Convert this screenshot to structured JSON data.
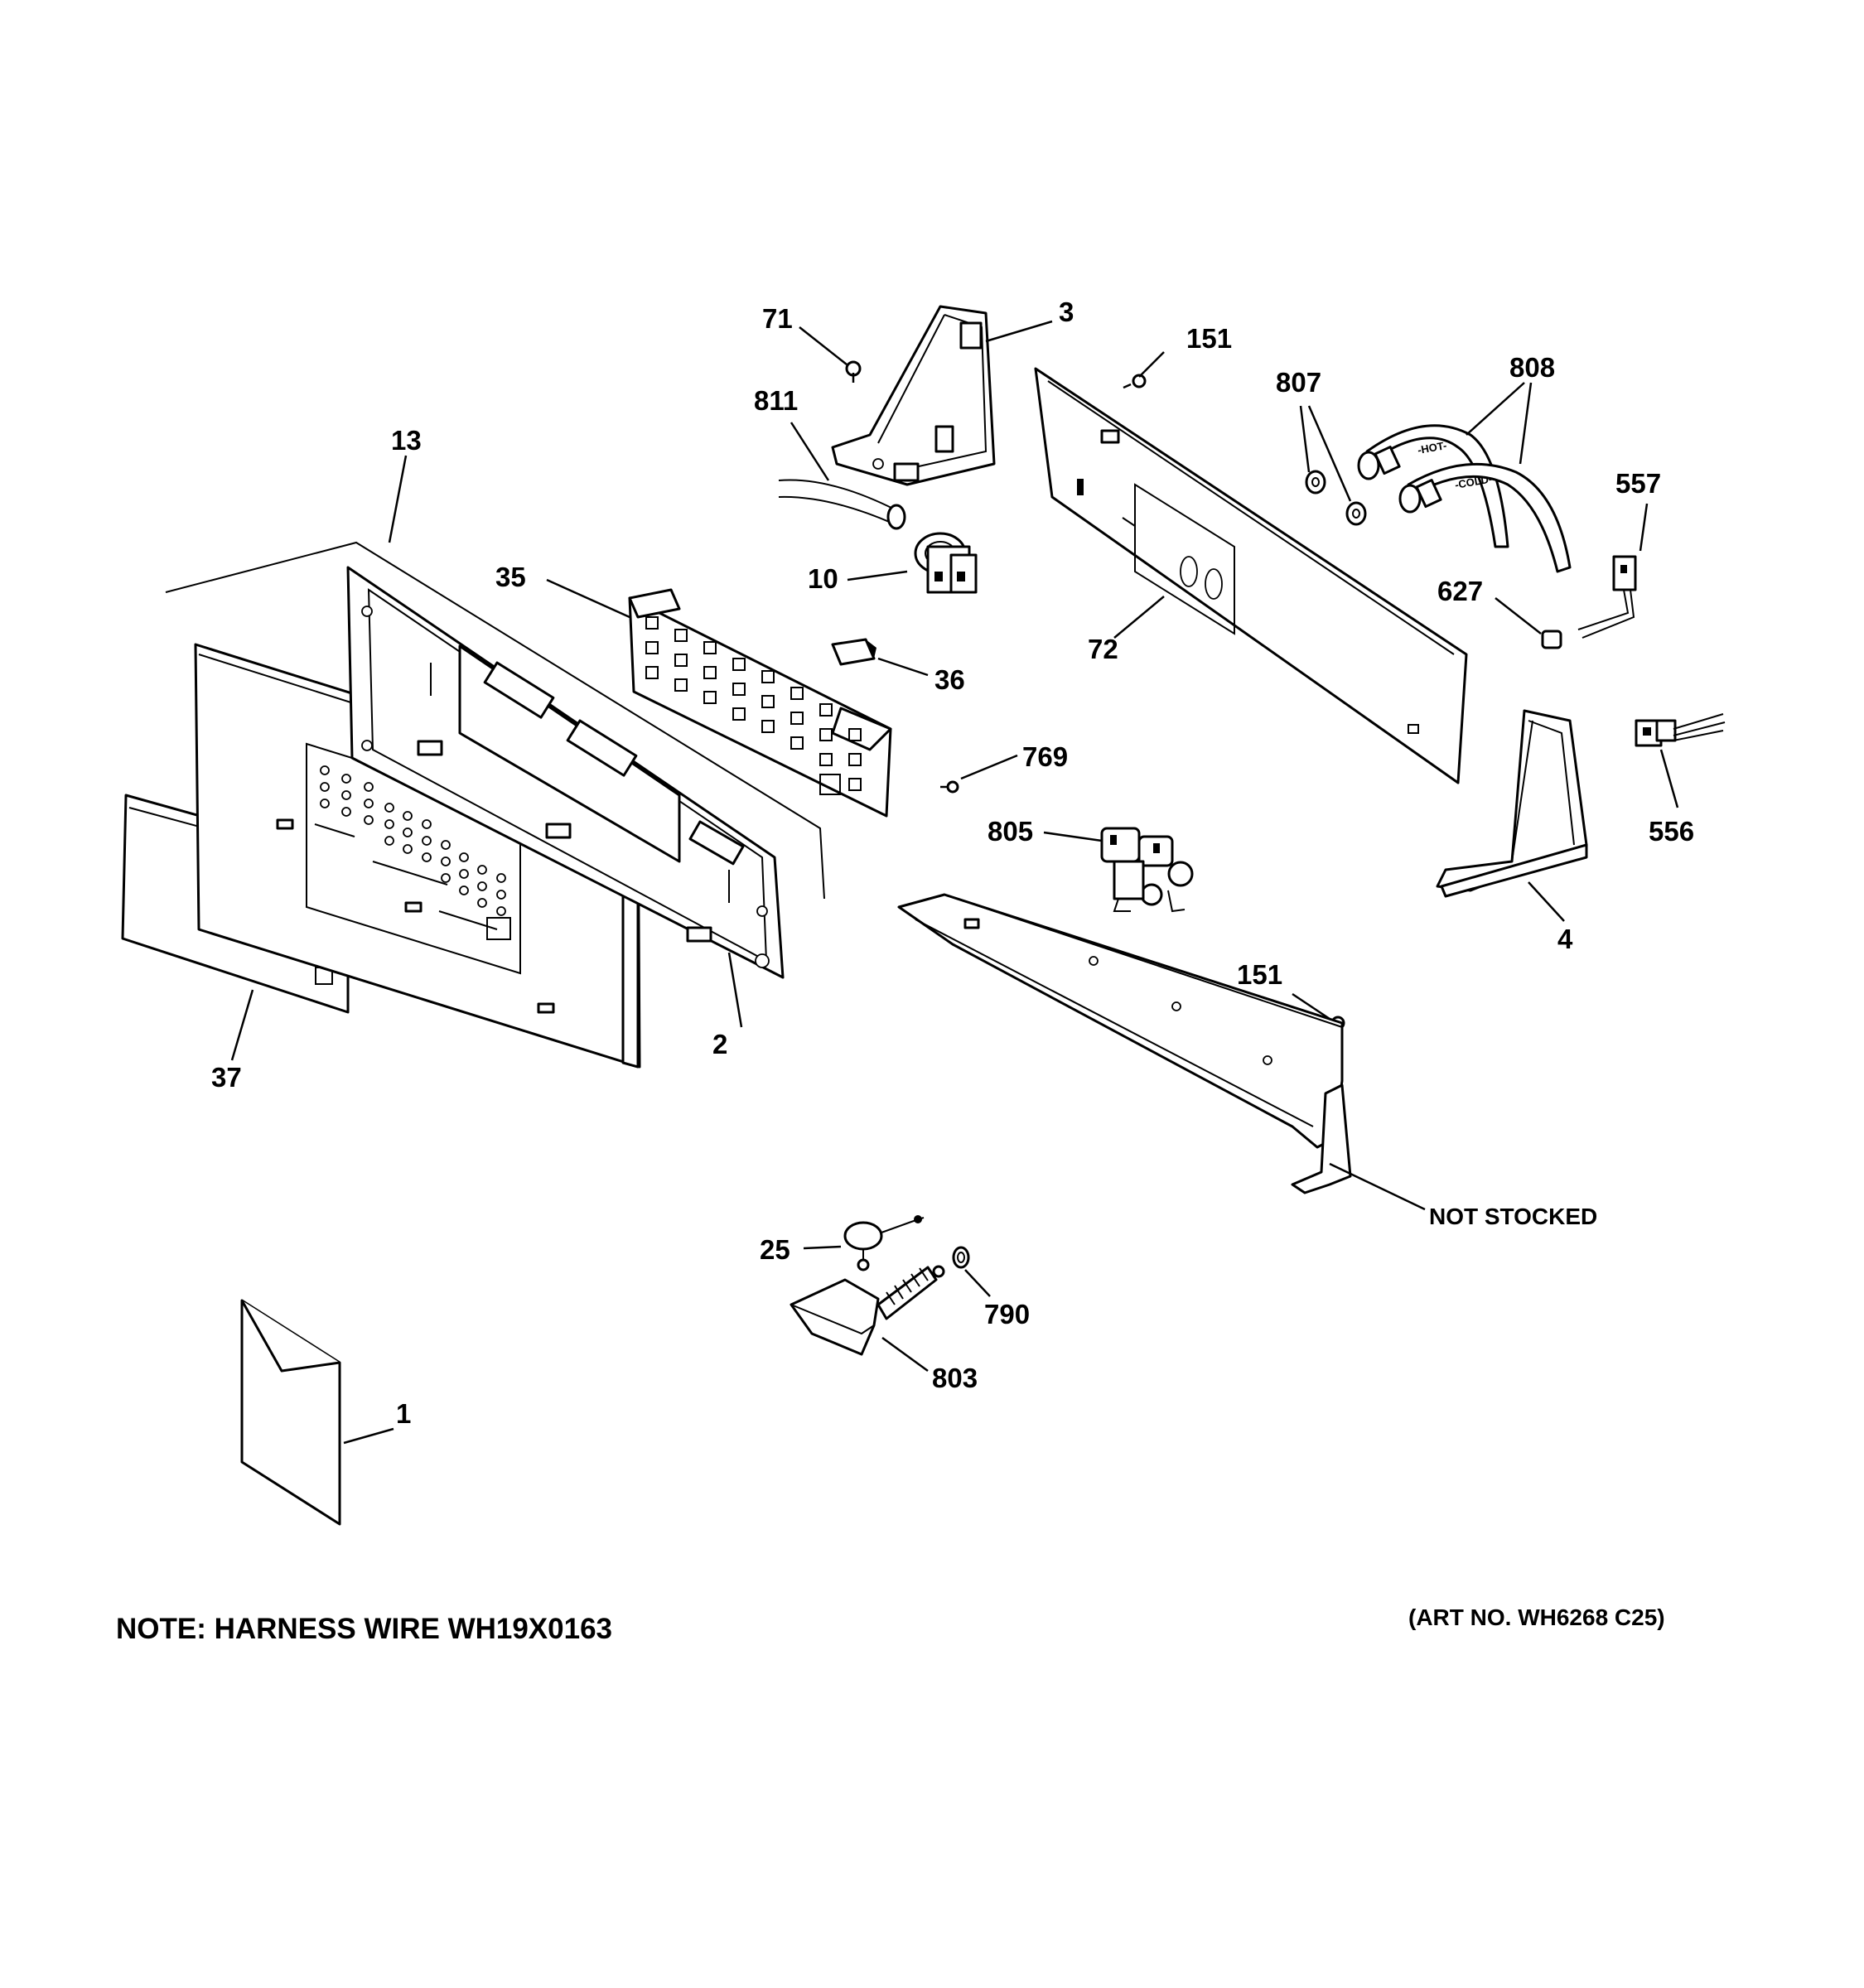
{
  "diagram": {
    "part_labels": {
      "p1": "1",
      "p2": "2",
      "p3": "3",
      "p4": "4",
      "p10": "10",
      "p13": "13",
      "p25": "25",
      "p35": "35",
      "p36": "36",
      "p37": "37",
      "p71": "71",
      "p72": "72",
      "p151a": "151",
      "p151b": "151",
      "p556": "556",
      "p557": "557",
      "p627": "627",
      "p769": "769",
      "p790": "790",
      "p803": "803",
      "p805": "805",
      "p807": "807",
      "p808": "808",
      "p811": "811"
    },
    "hose_labels": {
      "hot": "-HOT-",
      "cold": "-COLD-"
    },
    "not_stocked": "NOT STOCKED",
    "note": "NOTE: HARNESS WIRE WH19X0163",
    "art_number": "(ART NO. WH6268 C25)"
  }
}
